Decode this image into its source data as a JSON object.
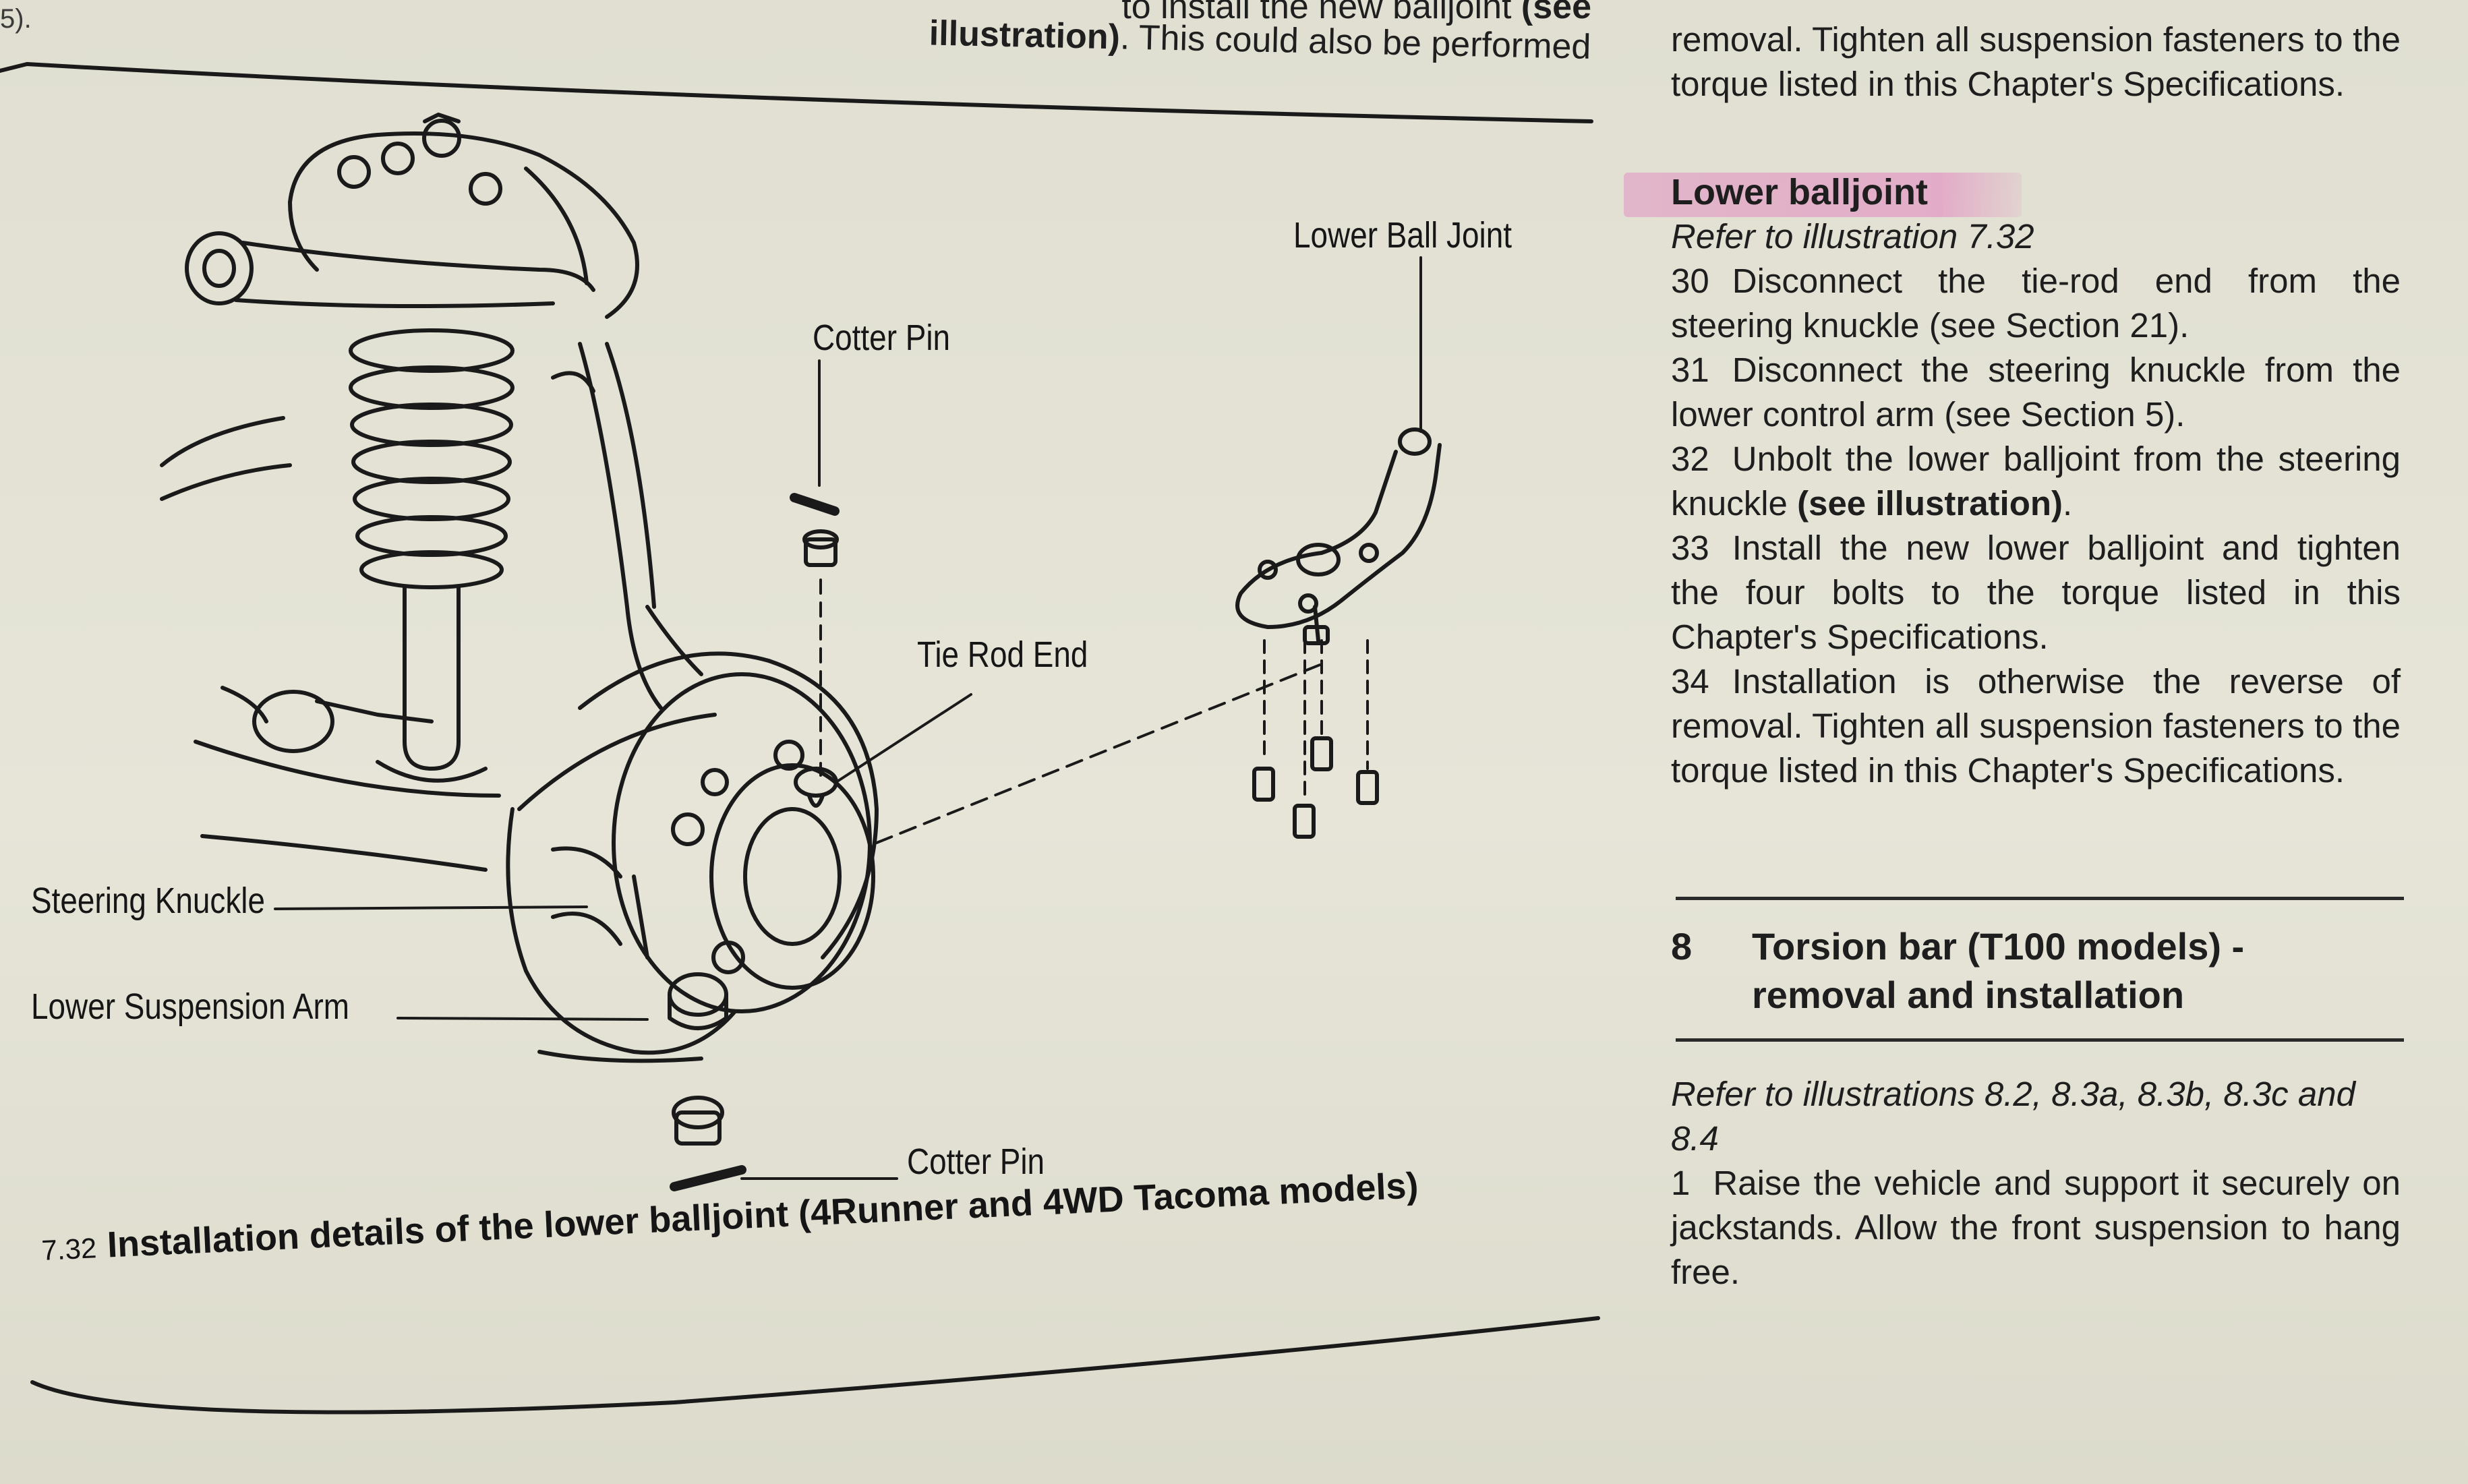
{
  "header_fragment": "5).",
  "top_text": {
    "line1": "to install the new balljoint",
    "line1_bold": "(see",
    "line2_bold": "illustration)",
    "line2": ". This could also be performed"
  },
  "diagram_labels": {
    "lower_ball_joint": "Lower Ball Joint",
    "cotter_pin_top": "Cotter Pin",
    "tie_rod_end": "Tie Rod End",
    "steering_knuckle": "Steering Knuckle",
    "lower_suspension_arm": "Lower Suspension Arm",
    "cotter_pin_bottom": "Cotter Pin"
  },
  "figure_caption": {
    "number": "7.32",
    "text": "Installation details of the lower balljoint (4Runner and 4WD Tacoma models)"
  },
  "right_column": {
    "top_continuation": "removal. Tighten all suspension fasteners to the torque listed in this Chapter's Specifications.",
    "lower_balljoint_heading": "Lower balljoint",
    "lower_balljoint_ref": "Refer to illustration 7.32",
    "steps": [
      {
        "num": "30",
        "text": "Disconnect the tie-rod end from the steering knuckle (see Section 21)."
      },
      {
        "num": "31",
        "text": "Disconnect the steering knuckle from the lower control arm (see Section 5)."
      },
      {
        "num": "32",
        "text": "Unbolt the lower balljoint from the steering knuckle",
        "bold_tail": "(see illustration)",
        "tail": "."
      },
      {
        "num": "33",
        "text": "Install the new lower balljoint and tighten the four bolts to the torque listed in this Chapter's Specifications."
      },
      {
        "num": "34",
        "text": "Installation is otherwise the reverse of removal. Tighten all suspension fasteners to the torque listed in this Chapter's Specifications."
      }
    ],
    "section": {
      "number": "8",
      "title_line1": "Torsion bar (T100 models) -",
      "title_line2": "removal and installation"
    },
    "section_ref": "Refer to illustrations 8.2, 8.3a, 8.3b, 8.3c and 8.4",
    "section_steps": [
      {
        "num": "1",
        "text": "Raise the vehicle and support it securely on jackstands. Allow the front suspension to hang free."
      }
    ]
  }
}
